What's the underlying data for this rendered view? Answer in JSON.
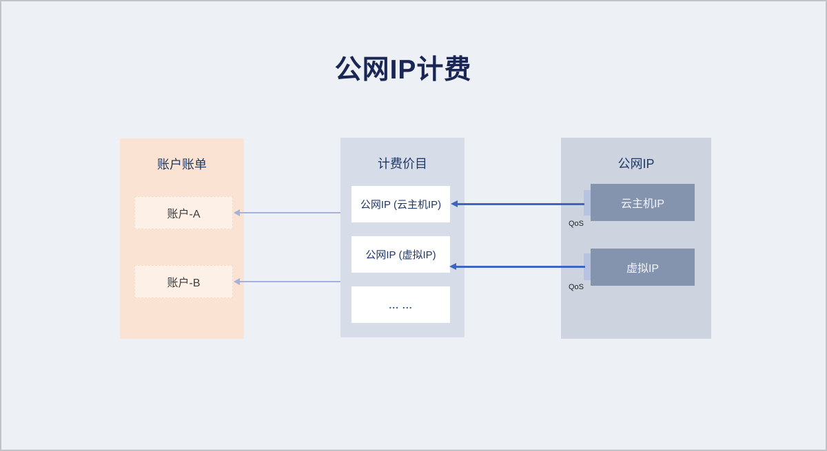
{
  "title": "公网IP计费",
  "colors": {
    "page-bg": "#edf1f6",
    "frame-border": "#c1c3c6",
    "title-text": "#1a2654",
    "navy-text": "#1f3864",
    "account-panel-bg": "#fbe3d3",
    "account-box-bg": "#fdf0e7",
    "account-box-border": "#f3dcc9",
    "account-box-text": "#3d3d3d",
    "pricing-panel-bg": "#d7dce9",
    "pricing-box-bg": "#ffffff",
    "ellipsis-text": "#2d608f",
    "publicip-panel-bg": "#cdd4df",
    "publicip-box-bg": "#8494ae",
    "publicip-box-text": "#f4f6f9",
    "qos-tab-bg": "#b7c3e1",
    "qos-text": "#1f1f1f",
    "dark-arrow": "#3d64c2",
    "light-arrow": "#a3b1dc"
  },
  "panels": {
    "account": {
      "title": "账户账单",
      "items": [
        {
          "label": "账户-A"
        },
        {
          "label": "账户-B"
        }
      ]
    },
    "pricing": {
      "title": "计费价目",
      "items": [
        {
          "label": "公网IP (云主机IP)"
        },
        {
          "label": "公网IP (虚拟IP)"
        },
        {
          "label": "... ..."
        }
      ]
    },
    "publicip": {
      "title": "公网IP",
      "items": [
        {
          "label": "云主机IP",
          "qos_label": "QoS"
        },
        {
          "label": "虚拟IP",
          "qos_label": "QoS"
        }
      ]
    }
  }
}
